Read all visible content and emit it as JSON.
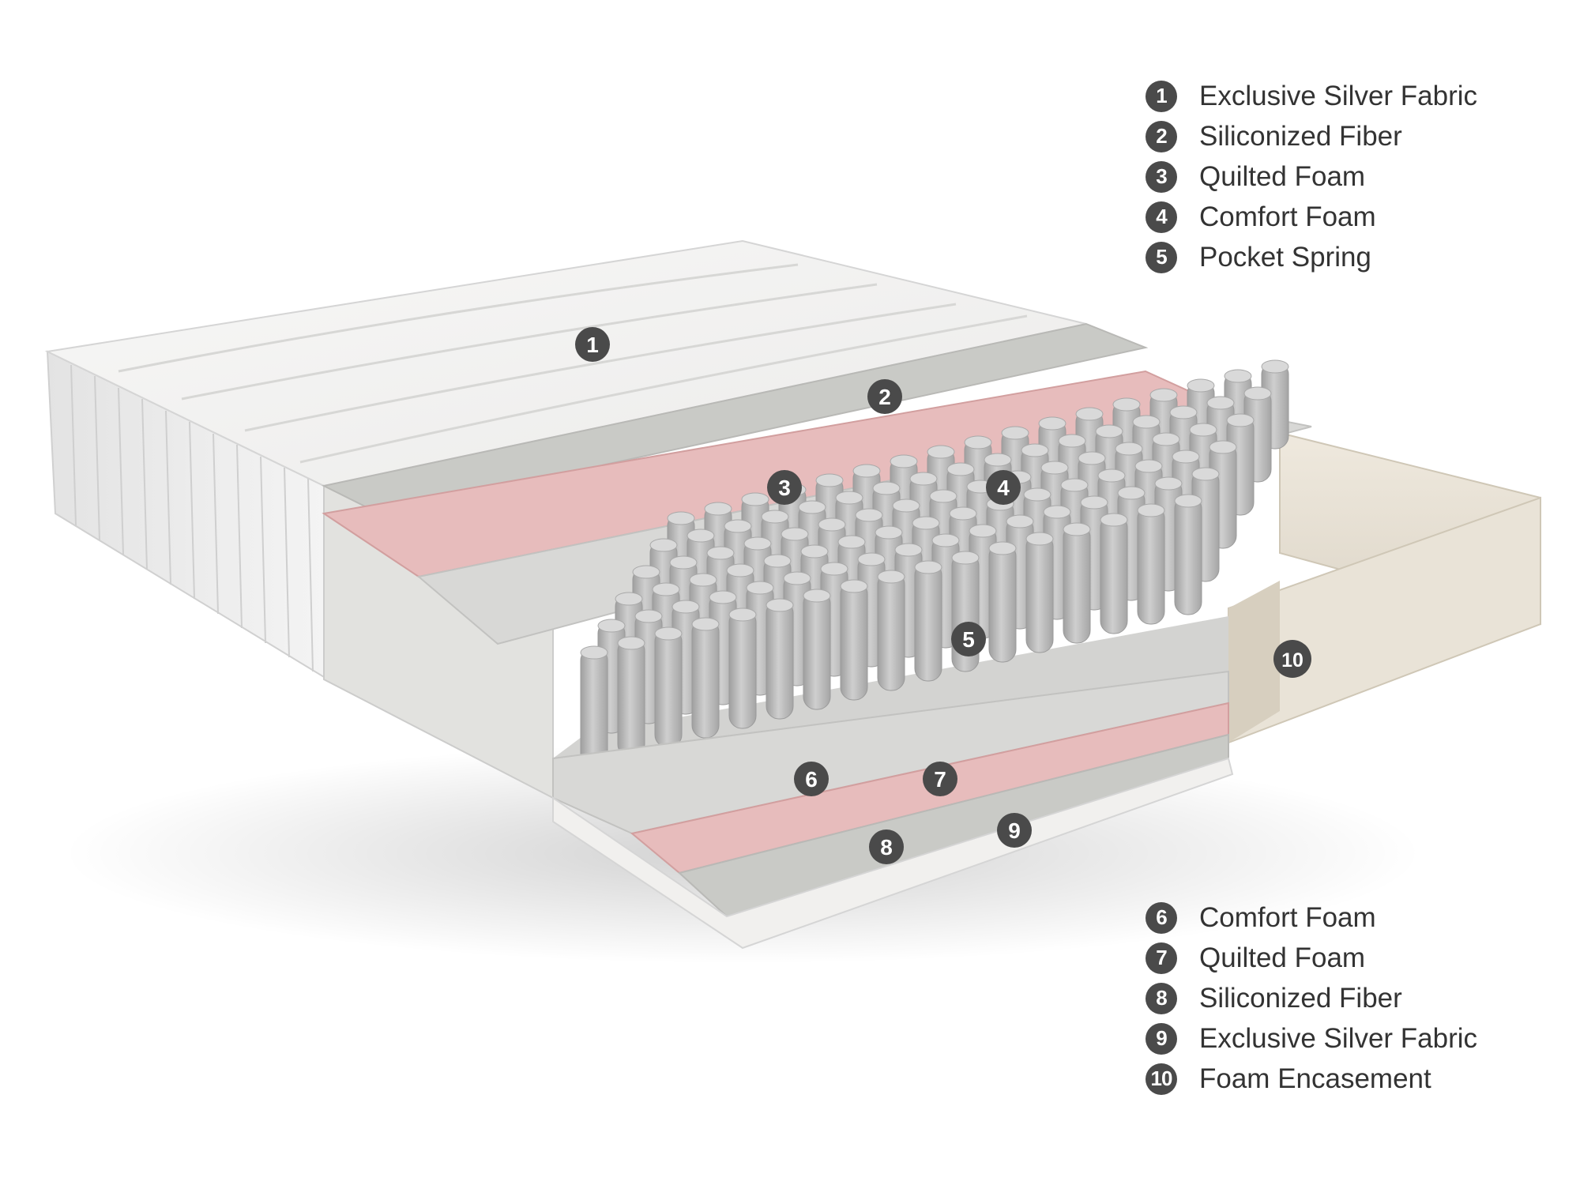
{
  "colors": {
    "badge": "#4a4a4a",
    "badge_text": "#ffffff",
    "fabric": "#f1f0ee",
    "fiber": "#c9cac6",
    "quilted_foam": "#e7bcbc",
    "comfort_foam": "#d8d8d6",
    "pocket_spring": "#b7b7b7",
    "encasement": "#e9e3d7"
  },
  "legend_top": [
    {
      "num": "1",
      "label": "Exclusive Silver Fabric"
    },
    {
      "num": "2",
      "label": "Siliconized Fiber"
    },
    {
      "num": "3",
      "label": "Quilted Foam"
    },
    {
      "num": "4",
      "label": "Comfort Foam"
    },
    {
      "num": "5",
      "label": "Pocket Spring"
    }
  ],
  "legend_bottom": [
    {
      "num": "6",
      "label": "Comfort Foam"
    },
    {
      "num": "7",
      "label": "Quilted Foam"
    },
    {
      "num": "8",
      "label": "Siliconized Fiber"
    },
    {
      "num": "9",
      "label": "Exclusive Silver Fabric"
    },
    {
      "num": "10",
      "label": "Foam Encasement"
    }
  ],
  "diagram_badges": [
    "1",
    "2",
    "3",
    "4",
    "5",
    "6",
    "7",
    "8",
    "9",
    "10"
  ]
}
